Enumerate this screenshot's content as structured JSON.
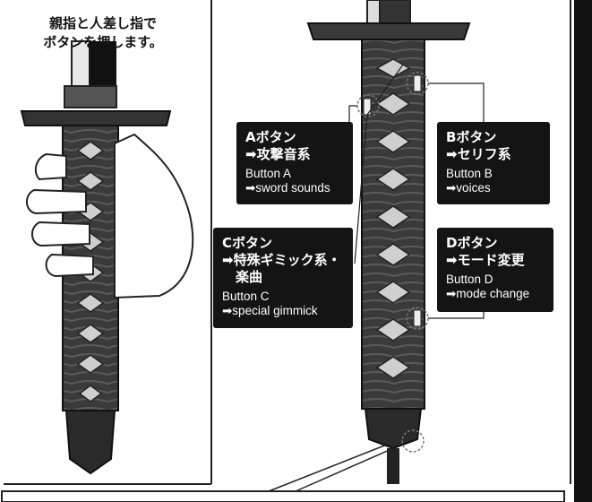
{
  "caption": "親指と人差し指で\nボタンを押します。",
  "labels": {
    "a": {
      "jp": "Aボタン\n➡攻撃音系",
      "en": "Button A\n➡sword sounds"
    },
    "b": {
      "jp": "Bボタン\n➡セリフ系",
      "en": "Button B\n➡voices"
    },
    "c": {
      "jp": "Cボタン\n➡特殊ギミック系・\n　楽曲",
      "en": "Button C\n➡special gimmick"
    },
    "d": {
      "jp": "Dボタン\n➡モード変更",
      "en": "Button D\n➡mode change"
    }
  }
}
